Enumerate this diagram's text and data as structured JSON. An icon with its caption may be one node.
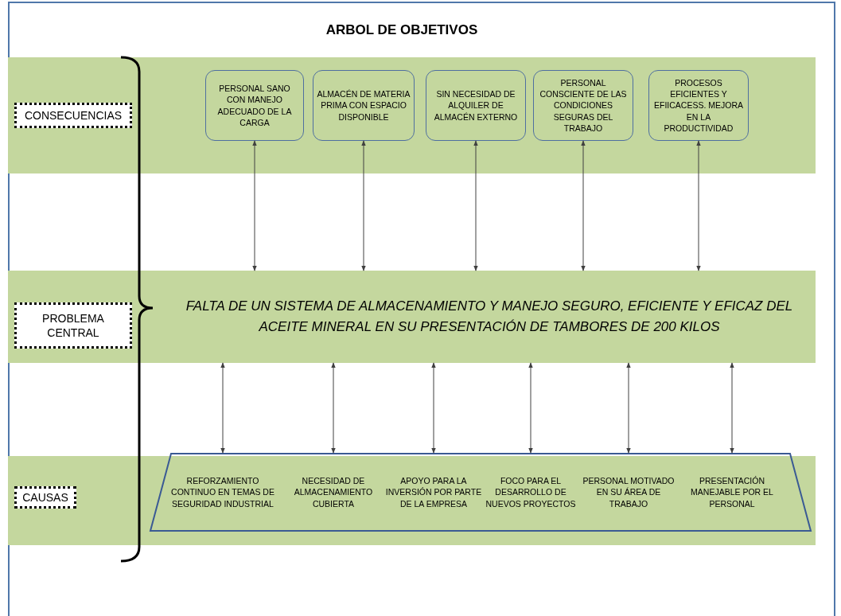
{
  "diagram": {
    "title": "ARBOL DE OBJETIVOS",
    "nodes": [
      {
        "text": [],
        "shape": "bar"
      },
      {
        "text": [
          "CONSECUENCIAS"
        ],
        "in": 0
      },
      {
        "text": [
          "PERSONAL SANO CON MANEJO ADECUADO DE LA CARGA"
        ],
        "in": 0
      },
      {
        "text": [
          "ALMACÉN DE MATERIA PRIMA CON ESPACIO DISPONIBLE"
        ],
        "in": 0
      },
      {
        "text": [
          "SIN NECESIDAD DE ALQUILER DE ALMACÉN EXTERNO"
        ],
        "in": 0
      },
      {
        "text": [
          "PERSONAL CONSCIENTE DE LAS CONDICIONES SEGURAS DEL TRABAJO"
        ],
        "in": 0
      },
      {
        "text": [
          "PROCESOS EFICIENTES Y EFIICACESS. MEJORA EN LA PRODUCTIVIDAD"
        ],
        "in": 0
      },
      {
        "text": [
          "FALTA DE UN SISTEMA DE ALMACENAMIENTO Y MANEJO SEGURO, EFICIENTE Y EFICAZ DEL ACEITE MINERAL  EN SU PRESENTACIÓN DE TAMBORES DE 200 KILOS"
        ]
      },
      {
        "text": [
          "PROBLEMA CENTRAL"
        ],
        "in": 7
      },
      {
        "text": [],
        "shape": "bar"
      },
      {
        "text": [
          "CAUSAS"
        ],
        "in": 9
      },
      {
        "text": [],
        "shape": "trapezoid",
        "in": 9
      },
      {
        "text": [
          "REFORZAMIENTO CONTINUO EN TEMAS DE SEGURIDAD INDUSTRIAL"
        ],
        "in": 11
      },
      {
        "text": [
          "NECESIDAD DE ALMACENAMIENTO CUBIERTA"
        ],
        "in": 11
      },
      {
        "text": [
          "APOYO PARA LA INVERSIÓN POR PARTE DE LA EMPRESA"
        ],
        "in": 11
      },
      {
        "text": [
          "FOCO PARA EL DESARROLLO DE NUEVOS PROYECTOS"
        ],
        "in": 11
      },
      {
        "text": [
          "PERSONAL MOTIVADO EN SU ÁREA DE TRABAJO"
        ],
        "in": 11
      },
      {
        "text": [
          "PRESENTACIÓN MANEJABLE POR EL PERSONAL"
        ],
        "in": 11
      }
    ],
    "edges": [
      {
        "from": 7,
        "to": 2,
        "arrow": "both"
      },
      {
        "from": 7,
        "to": 3,
        "arrow": "both"
      },
      {
        "from": 7,
        "to": 4,
        "arrow": "both"
      },
      {
        "from": 7,
        "to": 5,
        "arrow": "both"
      },
      {
        "from": 7,
        "to": 6,
        "arrow": "both"
      },
      {
        "from": 7,
        "to": 12,
        "arrow": "both"
      },
      {
        "from": 7,
        "to": 13,
        "arrow": "both"
      },
      {
        "from": 7,
        "to": 14,
        "arrow": "both"
      },
      {
        "from": 7,
        "to": 15,
        "arrow": "both"
      },
      {
        "from": 7,
        "to": 16,
        "arrow": "both"
      },
      {
        "from": 7,
        "to": 17,
        "arrow": "both"
      }
    ]
  }
}
